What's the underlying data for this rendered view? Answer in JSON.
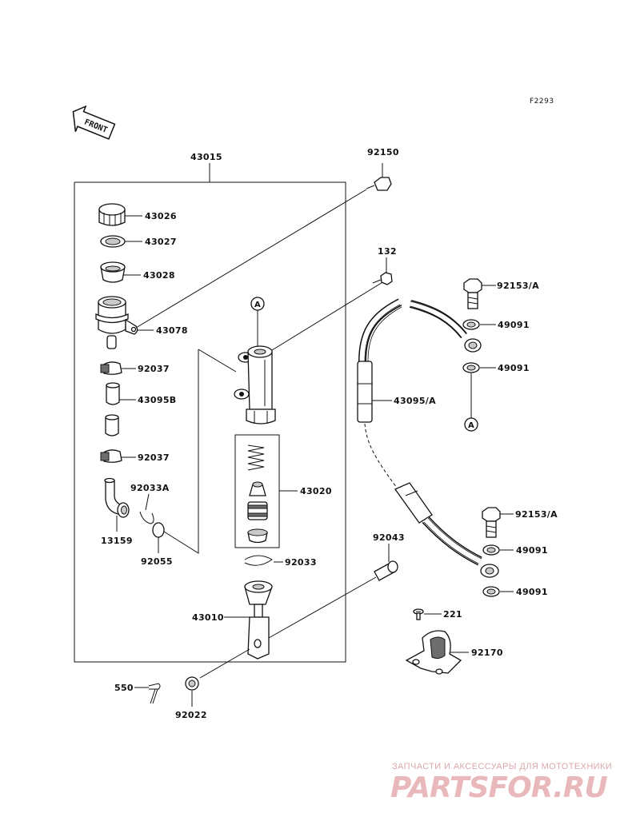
{
  "figure_code": "F2293",
  "front_label": "FRONT",
  "labels": {
    "l43015": "43015",
    "l92150": "92150",
    "l43026": "43026",
    "l43027": "43027",
    "l43028": "43028",
    "l43078": "43078",
    "l92037a": "92037",
    "l43095b": "43095B",
    "l92037b": "92037",
    "l92033a": "92033A",
    "l13159": "13159",
    "l92055": "92055",
    "l132": "132",
    "l92153a1": "92153/A",
    "l49091a": "49091",
    "l49091b": "49091",
    "l43095a": "43095/A",
    "l43020": "43020",
    "l92153a2": "92153/A",
    "l49091c": "49091",
    "l49091d": "49091",
    "l92043": "92043",
    "l92033": "92033",
    "l43010": "43010",
    "l221": "221",
    "l92170": "92170",
    "l550": "550",
    "l92022": "92022"
  },
  "ref_marks": {
    "a1": "A",
    "a2": "A"
  },
  "watermark": {
    "tagline": "ЗАПЧАСТИ И АКСЕССУАРЫ ДЛЯ МОТОТЕХНИКИ",
    "brand": "PARTSFOR.RU"
  }
}
